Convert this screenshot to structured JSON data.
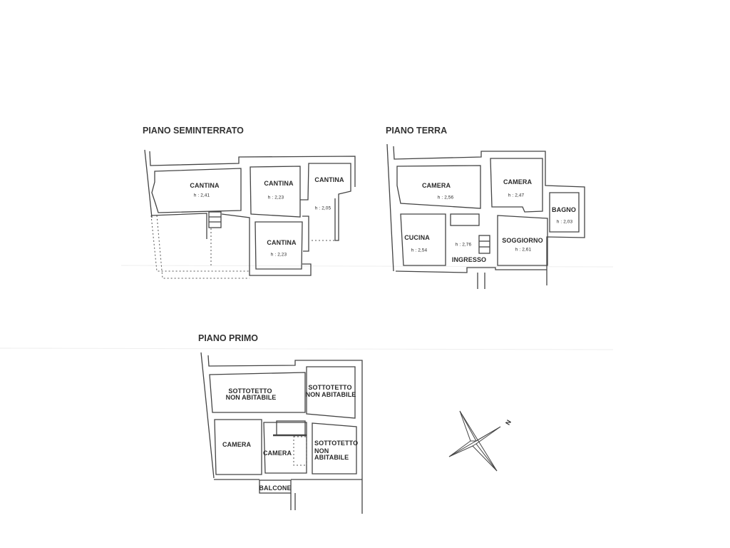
{
  "floors": [
    {
      "title": "PIANO SEMINTERRATO",
      "rooms": [
        {
          "name": "CANTINA",
          "height": "h : 2,41"
        },
        {
          "name": "CANTINA",
          "height": "h : 2,23"
        },
        {
          "name": "CANTINA",
          "height": "h : 2,05"
        },
        {
          "name": "CANTINA",
          "height": "h : 2,23"
        }
      ]
    },
    {
      "title": "PIANO TERRA",
      "rooms": [
        {
          "name": "CAMERA",
          "height": "h : 2,56"
        },
        {
          "name": "CAMERA",
          "height": "h : 2,47"
        },
        {
          "name": "BAGNO",
          "height": "h : 2,03"
        },
        {
          "name": "CUCINA",
          "height": "h : 2,54"
        },
        {
          "name": "INGRESSO",
          "height": "h : 2,76"
        },
        {
          "name": "SOGGIORNO",
          "height": "h : 2,61"
        }
      ]
    },
    {
      "title": "PIANO PRIMO",
      "rooms": [
        {
          "name_lines": [
            "SOTTOTETTO",
            "NON ABITABILE"
          ]
        },
        {
          "name_lines": [
            "SOTTOTETTO",
            "NON ABITABILE"
          ]
        },
        {
          "name": "CAMERA"
        },
        {
          "name": "CAMERA"
        },
        {
          "name_lines": [
            "SOTTOTETTO",
            "NON",
            "ABITABILE"
          ]
        },
        {
          "name": "BALCONE"
        }
      ]
    }
  ],
  "compass": {
    "label": "N"
  }
}
